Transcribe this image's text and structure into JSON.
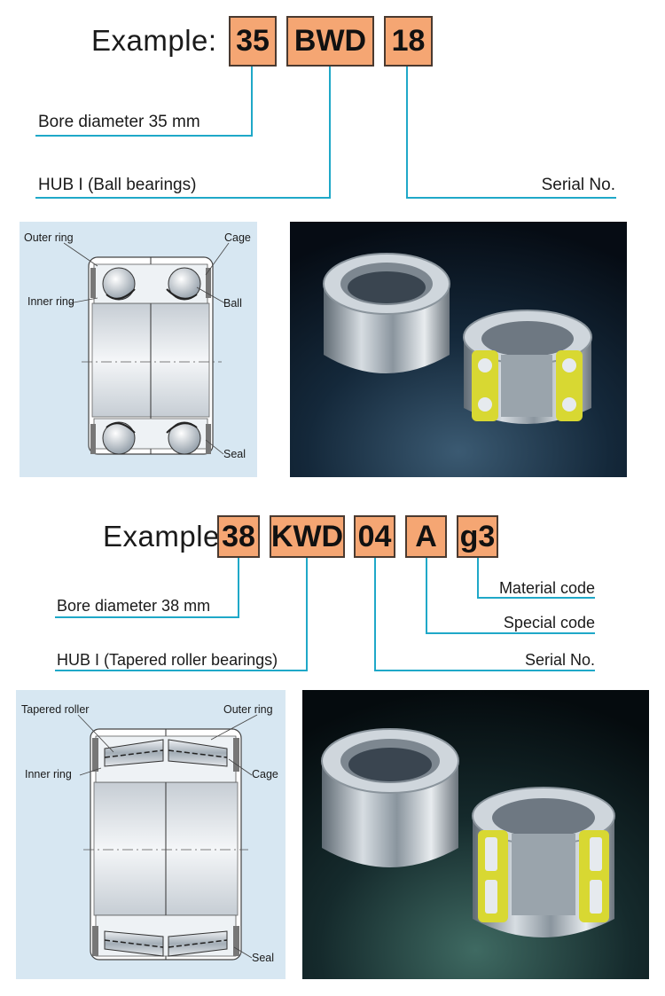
{
  "example1": {
    "label": "Example:",
    "codes": [
      "35",
      "BWD",
      "18"
    ],
    "descriptions": {
      "bore": "Bore diameter 35 mm",
      "type": "HUB I (Ball bearings)",
      "serial": "Serial No."
    },
    "diagram_labels": {
      "outer_ring": "Outer ring",
      "cage": "Cage",
      "inner_ring": "Inner ring",
      "ball": "Ball",
      "seal": "Seal"
    }
  },
  "example2": {
    "label": "Example:",
    "codes": [
      "38",
      "KWD",
      "04",
      "A",
      "g3"
    ],
    "descriptions": {
      "material": "Material code",
      "special": "Special code",
      "bore": "Bore diameter 38 mm",
      "type": "HUB I (Tapered roller bearings)",
      "serial": "Serial No."
    },
    "diagram_labels": {
      "tapered_roller": "Tapered roller",
      "outer_ring": "Outer ring",
      "inner_ring": "Inner ring",
      "cage": "Cage",
      "seal": "Seal"
    }
  },
  "colors": {
    "code_box": "#f5a673",
    "leader_line": "#1fa8c8",
    "diagram_bg": "#d7e7f2",
    "photo_bg": "#0d1a26",
    "seal_yellow": "#d8d832"
  }
}
